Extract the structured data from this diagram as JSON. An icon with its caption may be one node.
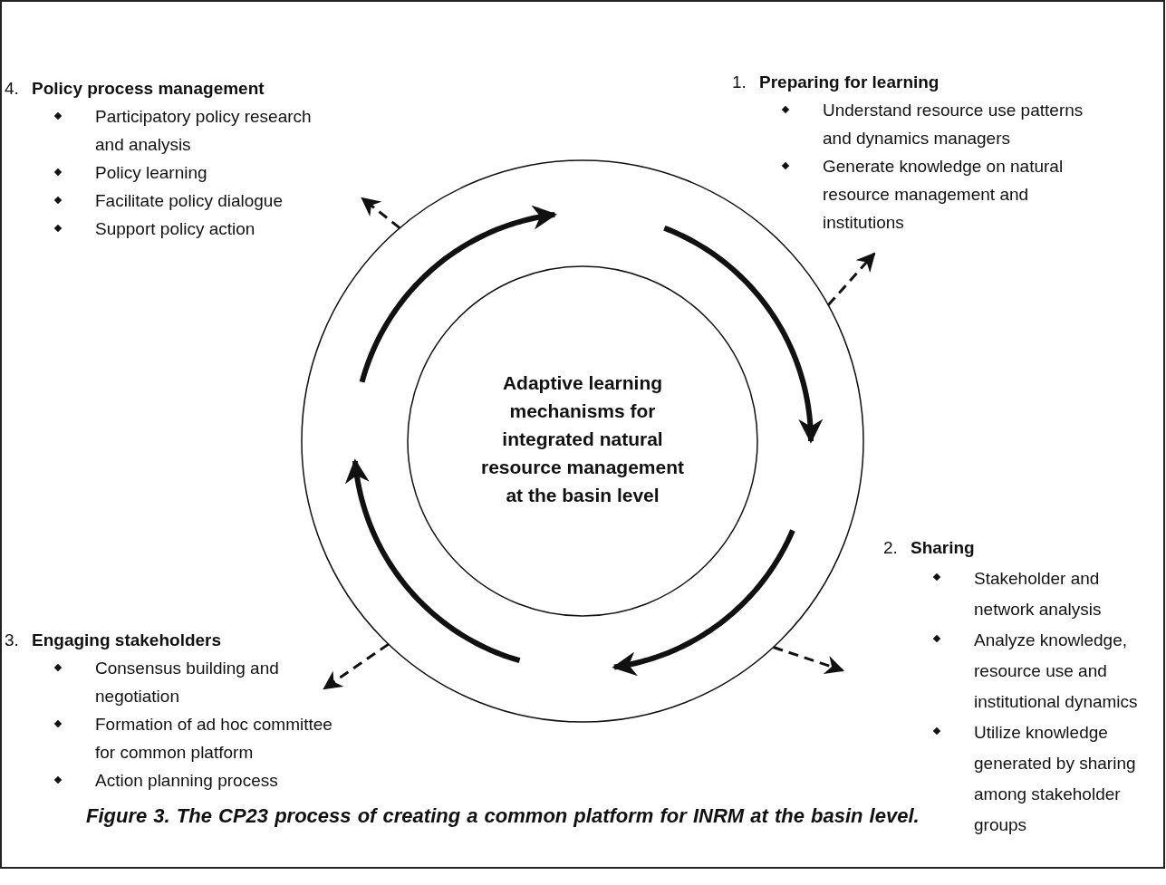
{
  "diagram": {
    "caption": "Figure 3. The CP23 process of creating a common platform for INRM at the basin level.",
    "nodes": [
      {
        "text": [],
        "shape": "circle"
      },
      {
        "text": [
          "Adaptive learning mechanisms for integrated natural resource management at the basin level"
        ],
        "in": 0
      },
      {
        "text": [
          "1.",
          "Preparing for learning",
          "Understand resource use patterns and dynamics managers",
          "Generate knowledge on natural resource management and institutions"
        ]
      },
      {
        "text": [
          "2.",
          "Sharing",
          "Stakeholder and network analysis",
          "Analyze knowledge, resource use and institutional dynamics",
          "Utilize knowledge generated by sharing among stakeholder groups"
        ]
      },
      {
        "text": [
          "3.",
          "Engaging stakeholders",
          "Consensus building and negotiation",
          "Formation of ad hoc committee for common platform",
          "Action planning process"
        ]
      },
      {
        "text": [
          "4.",
          "Policy process management",
          "Participatory policy research and analysis",
          "Policy learning",
          "Facilitate policy dialogue",
          "Support policy action"
        ]
      }
    ],
    "edges": [
      {
        "from": 0,
        "to": 2,
        "arrow": "to",
        "style": "dashed"
      },
      {
        "from": 0,
        "to": 3,
        "arrow": "to",
        "style": "dashed"
      },
      {
        "from": 0,
        "to": 4,
        "arrow": "to",
        "style": "dashed"
      },
      {
        "from": 0,
        "to": 5,
        "arrow": "to",
        "style": "dashed"
      }
    ]
  }
}
